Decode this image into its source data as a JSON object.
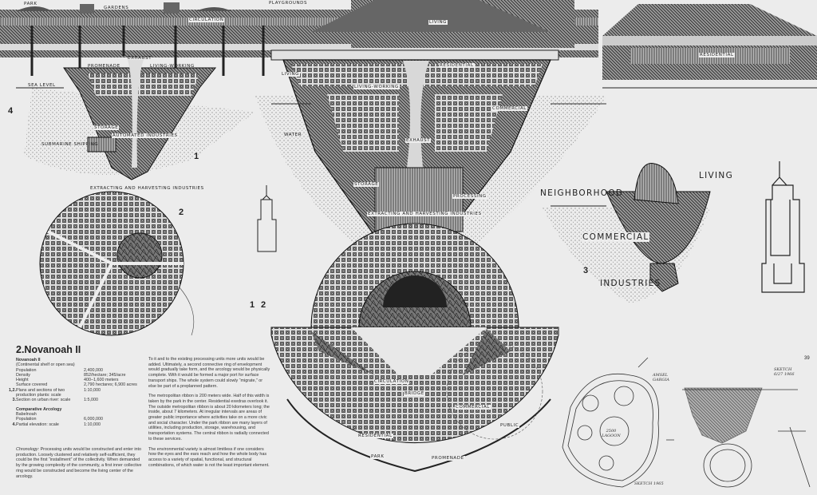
{
  "page_number": "39",
  "title": "2.Novanoah II",
  "specs": {
    "heading": "Novanoah II",
    "subheading": "(Continental shelf or open sea)",
    "rows": [
      {
        "num": "",
        "label": "Population",
        "value": "2,400,000"
      },
      {
        "num": "",
        "label": "Density",
        "value": "852/hectare; 345/acre"
      },
      {
        "num": "",
        "label": "Height",
        "value": "400–1,600 meters"
      },
      {
        "num": "",
        "label": "Surface covered",
        "value": "2,790 hectares; 6,900 acres"
      },
      {
        "num": "1,2.",
        "label": "Plans and sections of two production plants: scale",
        "value": "1:10,000"
      },
      {
        "num": "3.",
        "label": "Section on urban river: scale",
        "value": "1:5,000"
      }
    ],
    "comparative_heading": "Comparative Arcology",
    "comparative_name": "Babelnoah",
    "comparative_rows": [
      {
        "num": "",
        "label": "Population",
        "value": "6,000,000"
      },
      {
        "num": "4.",
        "label": "Partial elevation: scale",
        "value": "1:10,000"
      }
    ]
  },
  "chronology": {
    "lead": "Chronology:",
    "body": " Processing units would be constructed and enter into production. Loosely clustered and relatively self-sufficient, they could be the first “installment” of the collectivity. When demanded by the growing complexity of the community, a first inner collective ring would be constructed and become the living center of the arcology."
  },
  "body_paragraphs": [
    "To it and to the existing processing units more units would be added. Ultimately, a second connective ring of envelopment would gradually take form, and the arcology would be physically complete. With it would be formed a major port for surface transport ships. The whole system could slowly “migrate,” or else be part of a preplanned pattern.",
    "The metropolitan ribbon is 200 meters wide. Half of this width is taken by the park in the center. Residential exedras overlook it. The outside metropolitan ribbon is about 20 kilometers long; the inside, about 7 kilometers. At irregular intervals are areas of greater public importance where activities take on a more civic and social character. Under the park ribbon are many layers of utilities, including production, storage, warehousing, and transportation systems. The central ribbon is radially connected to these services.",
    "The environmental variety is almost limitless if one considers how the eyes and the ears reach and how the whole body has access to a variety of spatial, functional, and structural combinations, of which water is not the least important element."
  ],
  "figure_numbers": {
    "fig1": "1",
    "fig2": "2",
    "fig3": "3",
    "fig4": "4",
    "fig12_a": "1",
    "fig12_b": "2"
  },
  "labels": {
    "elevation": {
      "park": "PARK",
      "gardens": "GARDENS",
      "circulation": "CIRCULATION",
      "playgrounds": "PLAYGROUNDS",
      "living": "LIVING",
      "residential": "RESIDENTIAL"
    },
    "section4": {
      "exhaust": "EXHAUST",
      "promenade": "PROMENADE",
      "living_working": "LIVING-WORKING",
      "sea_level": "SEA LEVEL",
      "storage": "STORAGE",
      "automated_industries": "AUTOMATED INDUSTRIES",
      "submarine_shipping": "SUBMARINE SHIPPING",
      "extracting": "EXTRACTING AND HARVESTING INDUSTRIES"
    },
    "section1": {
      "living": "LIVING",
      "residential": "RESIDENTIAL",
      "living_working": "LIVING-WORKING",
      "commercial": "COMMERCIAL",
      "water": "WATER",
      "exhaust": "EXHAUST",
      "storage": "STORAGE",
      "processing": "PROCESSING",
      "extracting": "EXTRACTING AND HARVESTING INDUSTRIES"
    },
    "plan": {
      "circulation": "CIRCULATION",
      "bridge": "BRIDGE",
      "commercial": "COMMERCIAL",
      "residential": "RESIDENTIAL",
      "park": "PARK",
      "promenade": "PROMENADE",
      "public": "PUBLIC"
    },
    "section3": {
      "neighborhood": "NEIGHBORHOOD",
      "living": "LIVING",
      "commercial": "COMMERCIAL",
      "industries": "INDUSTRIES"
    },
    "sketches": {
      "amsel": "AMSEL GARGIA",
      "lagoon": "2500 LAGOON",
      "sketch1": "SKETCH 1965",
      "sketch2": "SKETCH 6/27 1966"
    }
  }
}
